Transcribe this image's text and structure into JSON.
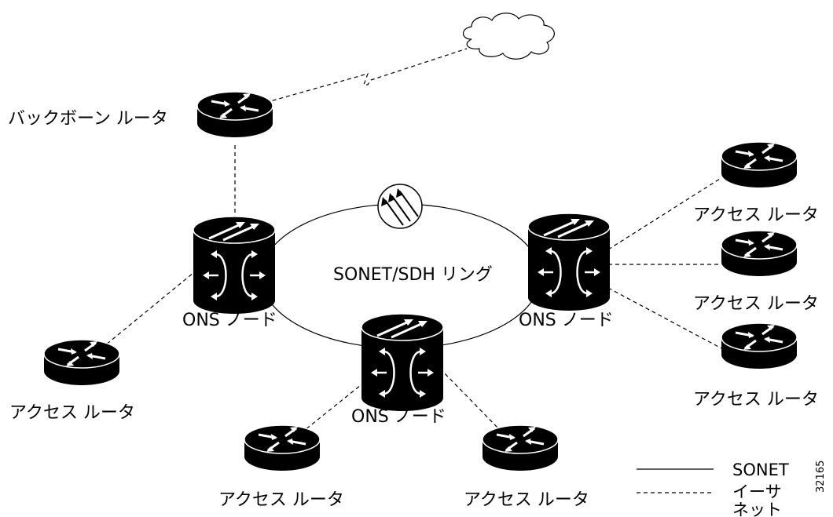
{
  "diagram": {
    "backbone_router": {
      "label": "バックボーン ルータ"
    },
    "ring": {
      "label": "SONET/SDH リング"
    },
    "ons_nodes": [
      {
        "label": "ONS ノード"
      },
      {
        "label": "ONS ノード"
      },
      {
        "label": "ONS ノード"
      }
    ],
    "access_routers": [
      {
        "label": "アクセス ルータ"
      },
      {
        "label": "アクセス ルータ"
      },
      {
        "label": "アクセス ルータ"
      },
      {
        "label": "アクセス ルータ"
      },
      {
        "label": "アクセス ルータ"
      },
      {
        "label": "アクセス ルータ"
      }
    ],
    "legend": {
      "sonet_label": "SONET",
      "ethernet_label_line1": "イーサ",
      "ethernet_label_line2": "ネット"
    },
    "figure_id": "32165"
  }
}
